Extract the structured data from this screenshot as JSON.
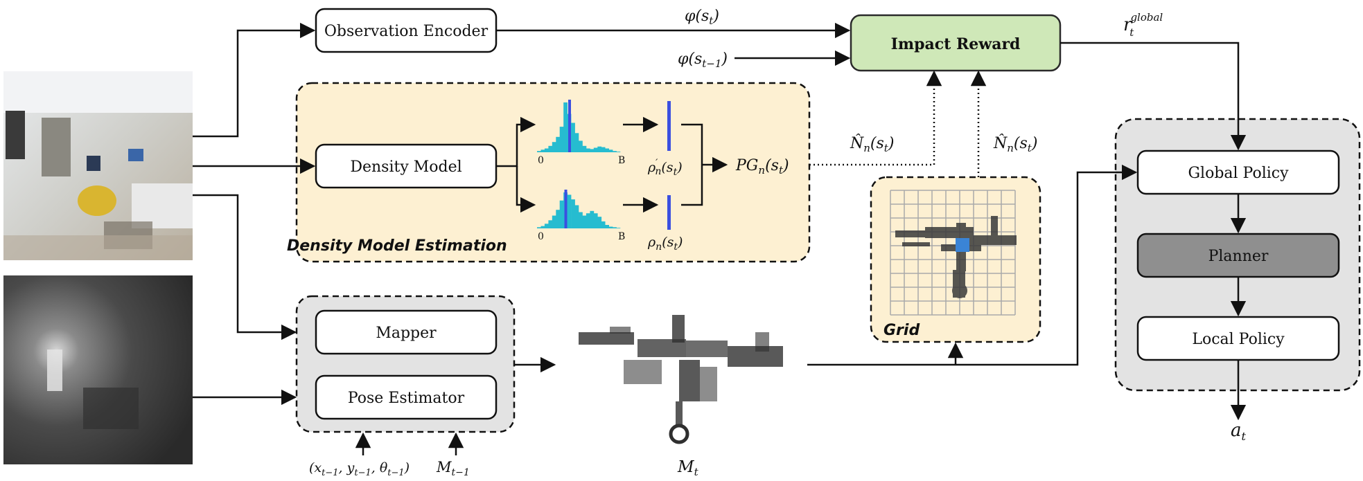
{
  "boxes": {
    "observation_encoder": "Observation Encoder",
    "density_model": "Density Model",
    "mapper": "Mapper",
    "pose_estimator": "Pose Estimator",
    "impact_reward": "Impact Reward",
    "global_policy": "Global Policy",
    "planner": "Planner",
    "local_policy": "Local Policy"
  },
  "regions": {
    "density_estimation": "Density Model Estimation",
    "grid": "Grid"
  },
  "math": {
    "phi_st": "φ(s",
    "phi_st_sub": "t",
    "phi_st1": "φ(s",
    "phi_st1_sub": "t−1",
    "close_paren": ")",
    "r_global": "r",
    "r_global_sub": "t",
    "r_global_sup": "global",
    "nhat_left": "N̂",
    "nhat_sub": "n",
    "nhat_arg": "(s",
    "nhat_arg_sub": "t",
    "rho_prime": "ρ",
    "rho_prime_mark": "′",
    "rho_sub": "n",
    "rho_arg": "(s",
    "rho_arg_sub": "t",
    "pg": "PG",
    "pg_sub": "n",
    "pg_arg": "(s",
    "pg_arg_sub": "t",
    "pose_prev": "(x",
    "pose_prev_sub1": "t−1",
    "pose_prev_y": ", y",
    "pose_prev_sub2": "t−1",
    "pose_prev_theta": ", θ",
    "pose_prev_sub3": "t−1",
    "m_prev": "M",
    "m_prev_sub": "t−1",
    "m_t": "M",
    "m_t_sub": "t",
    "a_t": "a",
    "a_t_sub": "t"
  },
  "histogram": {
    "axis_start": "0",
    "axis_end": "B",
    "top_bins": [
      2,
      4,
      6,
      10,
      16,
      24,
      40,
      78,
      60,
      46,
      30,
      18,
      10,
      6,
      5,
      7,
      9,
      8,
      6,
      4,
      2,
      1
    ],
    "bottom_bins": [
      2,
      4,
      8,
      14,
      22,
      32,
      48,
      62,
      58,
      50,
      40,
      28,
      22,
      26,
      30,
      26,
      20,
      12,
      6,
      3,
      2,
      1
    ],
    "top_marker_bin": 8,
    "bottom_marker_bin": 7
  },
  "colors": {
    "impact_fill": "#cfe8b8",
    "impact_stroke": "#2a2a2a",
    "region_fill": "#fdf0d2",
    "gray_region_fill": "#e3e3e3",
    "planner_fill": "#8f8f8f",
    "hist_fill": "#26bcd0",
    "hist_marker": "#3b4fe0",
    "grid_highlight": "#3a84d6"
  }
}
